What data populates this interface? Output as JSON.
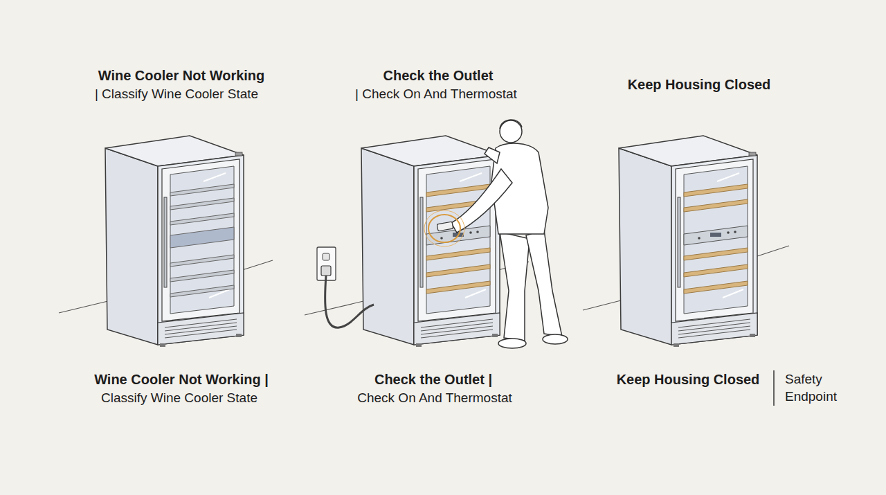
{
  "diagram": {
    "labels": [
      "Wine Cooler Not Working",
      "| Classify Wine Cooler State",
      "Check the Outlet",
      "| Check On And Thermostat",
      "Keep Housing Closed",
      "Wine Cooler Not Working |",
      "Classify Wine Cooler State",
      "Check the Outlet |",
      "Check On And Thermostat",
      "Keep Housing Closed",
      "Safety Endpoint"
    ]
  }
}
